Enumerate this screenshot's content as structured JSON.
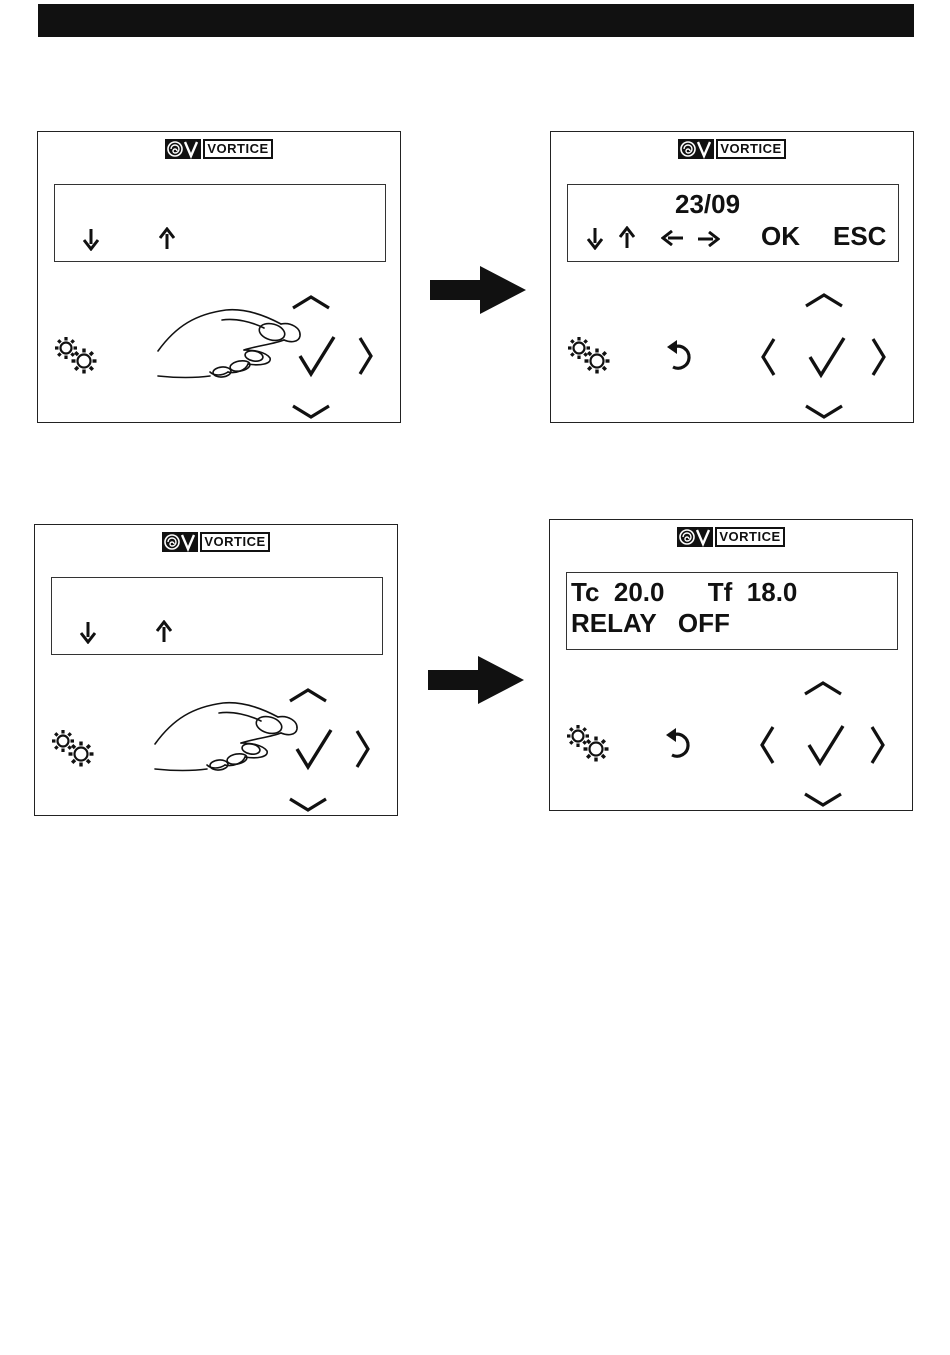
{
  "brand": "VORTICE",
  "panel2": {
    "date": "23/09",
    "ok": "OK",
    "esc": "ESC"
  },
  "panel4": {
    "line1": "Tc  20.0      Tf  18.0",
    "line2": "RELAY   OFF"
  },
  "icons": {
    "settings": "gears-icon",
    "back": "undo-icon",
    "confirm": "checkmark-icon",
    "nav": [
      "chevron-up-icon",
      "chevron-down-icon",
      "chevron-left-icon",
      "chevron-right-icon"
    ],
    "hand": "pointing-hand-icon",
    "flow": "right-arrow-icon"
  }
}
